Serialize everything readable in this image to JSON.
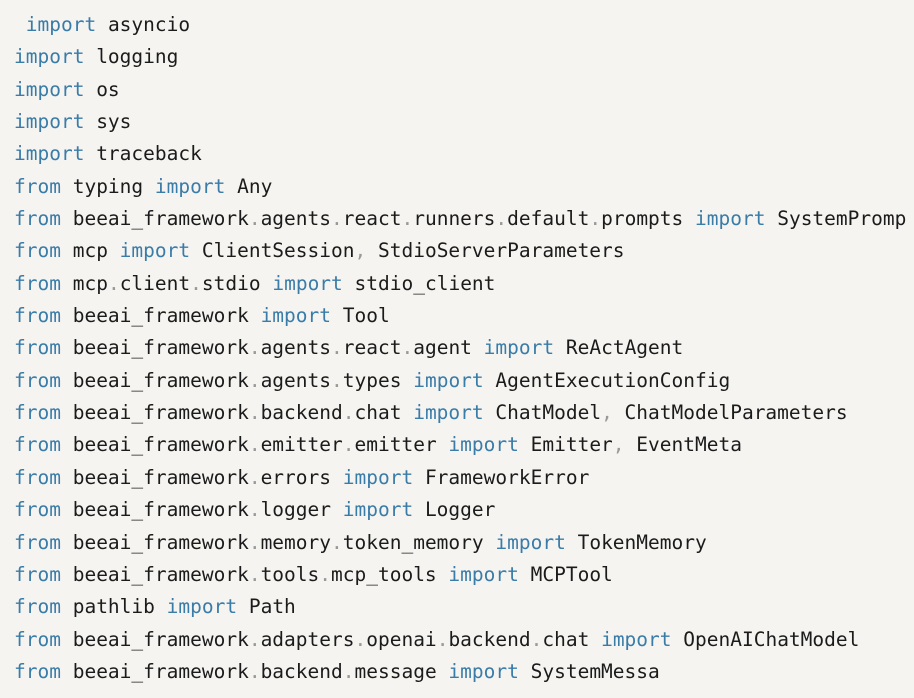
{
  "code_block": {
    "language": "python",
    "colors": {
      "background": "#f5f4f1",
      "keyword": "#3a7ca8",
      "plain": "#1b1b1b",
      "punctuation": "#999999"
    },
    "lines": [
      [
        {
          "t": "p",
          "v": " "
        },
        {
          "t": "k",
          "v": "import"
        },
        {
          "t": "p",
          "v": " asyncio"
        }
      ],
      [
        {
          "t": "k",
          "v": "import"
        },
        {
          "t": "p",
          "v": " logging"
        }
      ],
      [
        {
          "t": "k",
          "v": "import"
        },
        {
          "t": "p",
          "v": " os"
        }
      ],
      [
        {
          "t": "k",
          "v": "import"
        },
        {
          "t": "p",
          "v": " sys"
        }
      ],
      [
        {
          "t": "k",
          "v": "import"
        },
        {
          "t": "p",
          "v": " traceback"
        }
      ],
      [
        {
          "t": "k",
          "v": "from"
        },
        {
          "t": "p",
          "v": " typing "
        },
        {
          "t": "k",
          "v": "import"
        },
        {
          "t": "p",
          "v": " Any"
        }
      ],
      [
        {
          "t": "k",
          "v": "from"
        },
        {
          "t": "p",
          "v": " beeai_framework"
        },
        {
          "t": "u",
          "v": "."
        },
        {
          "t": "p",
          "v": "agents"
        },
        {
          "t": "u",
          "v": "."
        },
        {
          "t": "p",
          "v": "react"
        },
        {
          "t": "u",
          "v": "."
        },
        {
          "t": "p",
          "v": "runners"
        },
        {
          "t": "u",
          "v": "."
        },
        {
          "t": "p",
          "v": "default"
        },
        {
          "t": "u",
          "v": "."
        },
        {
          "t": "p",
          "v": "prompts "
        },
        {
          "t": "k",
          "v": "import"
        },
        {
          "t": "p",
          "v": " SystemPromp"
        }
      ],
      [
        {
          "t": "k",
          "v": "from"
        },
        {
          "t": "p",
          "v": " mcp "
        },
        {
          "t": "k",
          "v": "import"
        },
        {
          "t": "p",
          "v": " ClientSession"
        },
        {
          "t": "u",
          "v": ","
        },
        {
          "t": "p",
          "v": " StdioServerParameters"
        }
      ],
      [
        {
          "t": "k",
          "v": "from"
        },
        {
          "t": "p",
          "v": " mcp"
        },
        {
          "t": "u",
          "v": "."
        },
        {
          "t": "p",
          "v": "client"
        },
        {
          "t": "u",
          "v": "."
        },
        {
          "t": "p",
          "v": "stdio "
        },
        {
          "t": "k",
          "v": "import"
        },
        {
          "t": "p",
          "v": " stdio_client"
        }
      ],
      [
        {
          "t": "k",
          "v": "from"
        },
        {
          "t": "p",
          "v": " beeai_framework "
        },
        {
          "t": "k",
          "v": "import"
        },
        {
          "t": "p",
          "v": " Tool"
        }
      ],
      [
        {
          "t": "k",
          "v": "from"
        },
        {
          "t": "p",
          "v": " beeai_framework"
        },
        {
          "t": "u",
          "v": "."
        },
        {
          "t": "p",
          "v": "agents"
        },
        {
          "t": "u",
          "v": "."
        },
        {
          "t": "p",
          "v": "react"
        },
        {
          "t": "u",
          "v": "."
        },
        {
          "t": "p",
          "v": "agent "
        },
        {
          "t": "k",
          "v": "import"
        },
        {
          "t": "p",
          "v": " ReActAgent"
        }
      ],
      [
        {
          "t": "k",
          "v": "from"
        },
        {
          "t": "p",
          "v": " beeai_framework"
        },
        {
          "t": "u",
          "v": "."
        },
        {
          "t": "p",
          "v": "agents"
        },
        {
          "t": "u",
          "v": "."
        },
        {
          "t": "p",
          "v": "types "
        },
        {
          "t": "k",
          "v": "import"
        },
        {
          "t": "p",
          "v": " AgentExecutionConfig"
        }
      ],
      [
        {
          "t": "k",
          "v": "from"
        },
        {
          "t": "p",
          "v": " beeai_framework"
        },
        {
          "t": "u",
          "v": "."
        },
        {
          "t": "p",
          "v": "backend"
        },
        {
          "t": "u",
          "v": "."
        },
        {
          "t": "p",
          "v": "chat "
        },
        {
          "t": "k",
          "v": "import"
        },
        {
          "t": "p",
          "v": " ChatModel"
        },
        {
          "t": "u",
          "v": ","
        },
        {
          "t": "p",
          "v": " ChatModelParameters"
        }
      ],
      [
        {
          "t": "k",
          "v": "from"
        },
        {
          "t": "p",
          "v": " beeai_framework"
        },
        {
          "t": "u",
          "v": "."
        },
        {
          "t": "p",
          "v": "emitter"
        },
        {
          "t": "u",
          "v": "."
        },
        {
          "t": "p",
          "v": "emitter "
        },
        {
          "t": "k",
          "v": "import"
        },
        {
          "t": "p",
          "v": " Emitter"
        },
        {
          "t": "u",
          "v": ","
        },
        {
          "t": "p",
          "v": " EventMeta"
        }
      ],
      [
        {
          "t": "k",
          "v": "from"
        },
        {
          "t": "p",
          "v": " beeai_framework"
        },
        {
          "t": "u",
          "v": "."
        },
        {
          "t": "p",
          "v": "errors "
        },
        {
          "t": "k",
          "v": "import"
        },
        {
          "t": "p",
          "v": " FrameworkError"
        }
      ],
      [
        {
          "t": "k",
          "v": "from"
        },
        {
          "t": "p",
          "v": " beeai_framework"
        },
        {
          "t": "u",
          "v": "."
        },
        {
          "t": "p",
          "v": "logger "
        },
        {
          "t": "k",
          "v": "import"
        },
        {
          "t": "p",
          "v": " Logger"
        }
      ],
      [
        {
          "t": "k",
          "v": "from"
        },
        {
          "t": "p",
          "v": " beeai_framework"
        },
        {
          "t": "u",
          "v": "."
        },
        {
          "t": "p",
          "v": "memory"
        },
        {
          "t": "u",
          "v": "."
        },
        {
          "t": "p",
          "v": "token_memory "
        },
        {
          "t": "k",
          "v": "import"
        },
        {
          "t": "p",
          "v": " TokenMemory"
        }
      ],
      [
        {
          "t": "k",
          "v": "from"
        },
        {
          "t": "p",
          "v": " beeai_framework"
        },
        {
          "t": "u",
          "v": "."
        },
        {
          "t": "p",
          "v": "tools"
        },
        {
          "t": "u",
          "v": "."
        },
        {
          "t": "p",
          "v": "mcp_tools "
        },
        {
          "t": "k",
          "v": "import"
        },
        {
          "t": "p",
          "v": " MCPTool"
        }
      ],
      [
        {
          "t": "k",
          "v": "from"
        },
        {
          "t": "p",
          "v": " pathlib "
        },
        {
          "t": "k",
          "v": "import"
        },
        {
          "t": "p",
          "v": " Path"
        }
      ],
      [
        {
          "t": "k",
          "v": "from"
        },
        {
          "t": "p",
          "v": " beeai_framework"
        },
        {
          "t": "u",
          "v": "."
        },
        {
          "t": "p",
          "v": "adapters"
        },
        {
          "t": "u",
          "v": "."
        },
        {
          "t": "p",
          "v": "openai"
        },
        {
          "t": "u",
          "v": "."
        },
        {
          "t": "p",
          "v": "backend"
        },
        {
          "t": "u",
          "v": "."
        },
        {
          "t": "p",
          "v": "chat "
        },
        {
          "t": "k",
          "v": "import"
        },
        {
          "t": "p",
          "v": " OpenAIChatModel"
        }
      ],
      [
        {
          "t": "k",
          "v": "from"
        },
        {
          "t": "p",
          "v": " beeai_framework"
        },
        {
          "t": "u",
          "v": "."
        },
        {
          "t": "p",
          "v": "backend"
        },
        {
          "t": "u",
          "v": "."
        },
        {
          "t": "p",
          "v": "message "
        },
        {
          "t": "k",
          "v": "import"
        },
        {
          "t": "p",
          "v": " SystemMessa"
        }
      ]
    ]
  }
}
